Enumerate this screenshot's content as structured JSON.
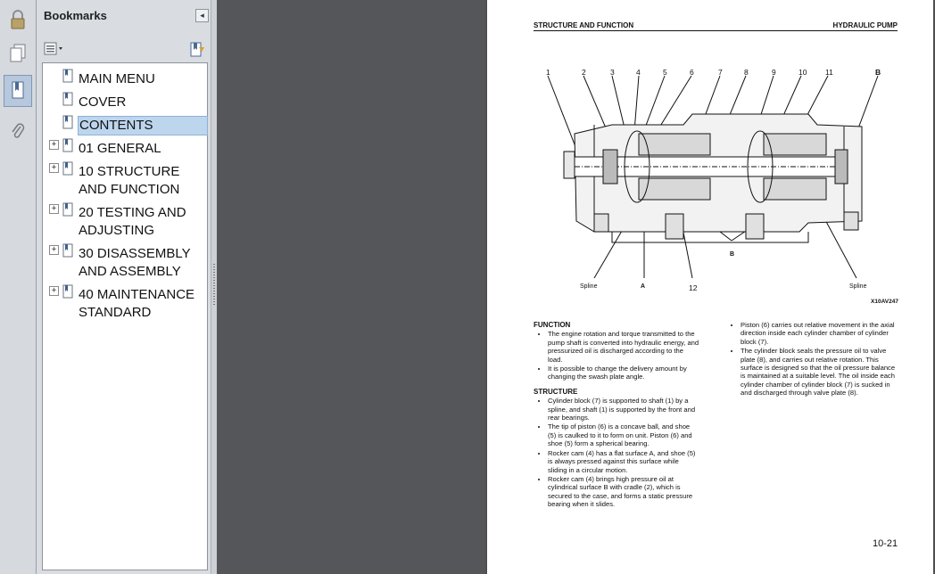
{
  "sidebar": {
    "title": "Bookmarks",
    "items": [
      {
        "label": "MAIN MENU",
        "expandable": false,
        "selected": false
      },
      {
        "label": "COVER",
        "expandable": false,
        "selected": false
      },
      {
        "label": "CONTENTS",
        "expandable": false,
        "selected": true
      },
      {
        "label": "01 GENERAL",
        "expandable": true,
        "selected": false
      },
      {
        "label": "10 STRUCTURE AND FUNCTION",
        "expandable": true,
        "selected": false
      },
      {
        "label": "20 TESTING AND ADJUSTING",
        "expandable": true,
        "selected": false
      },
      {
        "label": "30 DISASSEMBLY AND ASSEMBLY",
        "expandable": true,
        "selected": false
      },
      {
        "label": "40 MAINTENANCE STANDARD",
        "expandable": true,
        "selected": false
      }
    ],
    "expander_symbol": "+",
    "collapse_symbol": "◂"
  },
  "icons": {
    "left_bar": [
      "lock-icon",
      "pages-icon",
      "bookmark-icon",
      "attachment-icon"
    ],
    "toolbar": [
      "options-icon",
      "new-bookmark-icon"
    ]
  },
  "page": {
    "header_left": "STRUCTURE AND FUNCTION",
    "header_right": "HYDRAULIC PUMP",
    "figure": {
      "part_numbers": [
        "1",
        "2",
        "3",
        "4",
        "5",
        "6",
        "7",
        "8",
        "9",
        "10",
        "11",
        "B"
      ],
      "labels": {
        "spline_left": "Spline",
        "a": "A",
        "twelve": "12",
        "b": "B",
        "spline_right": "Spline"
      },
      "code": "X10AV247"
    },
    "function": {
      "heading": "FUNCTION",
      "bullets": [
        "The engine rotation and torque transmitted to the pump shaft is converted into hydraulic energy, and pressurized oil is discharged according to the load.",
        "It is possible to change the delivery amount by changing the swash plate angle."
      ]
    },
    "structure": {
      "heading": "STRUCTURE",
      "bullets": [
        "Cylinder block (7) is supported to shaft (1) by a spline, and shaft (1) is supported by the front and rear bearings.",
        "The tip of piston (6) is a concave ball, and shoe (5) is caulked to it to form on unit. Piston (6) and shoe (5) form a spherical bearing.",
        "Rocker cam (4) has a flat surface A, and shoe (5) is always pressed against this surface while sliding in a circular motion.",
        "Rocker cam (4) brings high pressure oil at cylindrical surface B with cradle (2), which is secured to the case, and forms a static pressure bearing when it slides."
      ]
    },
    "right_column": {
      "bullets": [
        "Piston (6) carries out relative movement in the axial direction inside each cylinder chamber of cylinder block (7).",
        "The cylinder block seals the pressure oil to valve plate (8), and carries out relative rotation. This surface is designed so that the oil pressure balance is maintained at a suitable level. The oil inside each cylinder chamber of cylinder block (7) is sucked in and discharged through valve plate (8)."
      ]
    },
    "page_number": "10-21"
  }
}
